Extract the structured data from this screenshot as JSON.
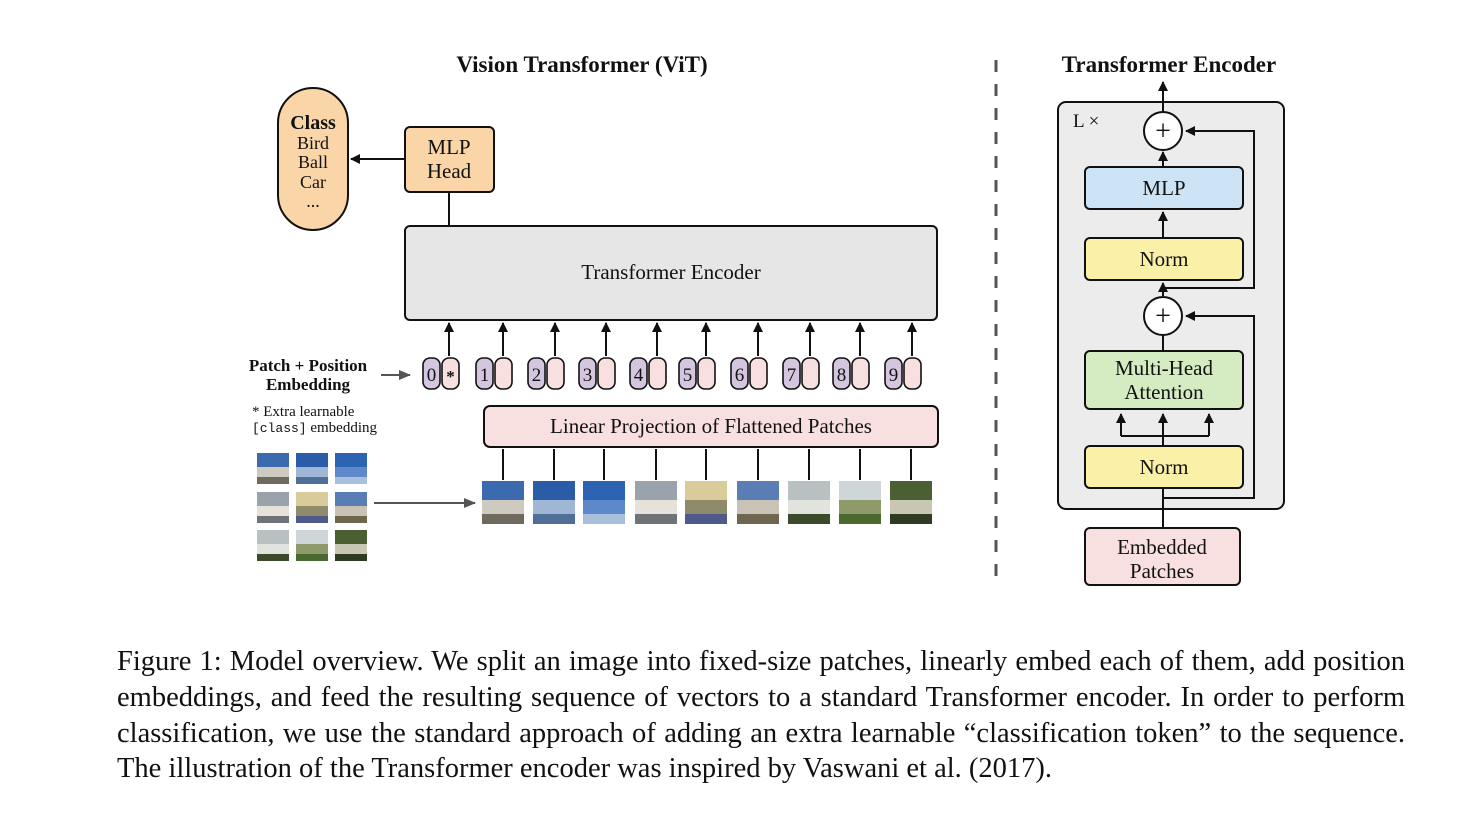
{
  "vit": {
    "title": "Vision Transformer (ViT)",
    "class_box": {
      "heading": "Class",
      "items": [
        "Bird",
        "Ball",
        "Car",
        "..."
      ]
    },
    "mlp_head": [
      "MLP",
      "Head"
    ],
    "transformer_encoder_label": "Transformer Encoder",
    "patch_position_label": [
      "Patch + Position",
      "Embedding"
    ],
    "extra_note": {
      "line1": "* Extra learnable",
      "code": "[class]",
      "suffix": " embedding"
    },
    "linear_projection_label": "Linear Projection of Flattened Patches",
    "tokens": [
      {
        "pos": "0",
        "emb": "*"
      },
      {
        "pos": "1",
        "emb": ""
      },
      {
        "pos": "2",
        "emb": ""
      },
      {
        "pos": "3",
        "emb": ""
      },
      {
        "pos": "4",
        "emb": ""
      },
      {
        "pos": "5",
        "emb": ""
      },
      {
        "pos": "6",
        "emb": ""
      },
      {
        "pos": "7",
        "emb": ""
      },
      {
        "pos": "8",
        "emb": ""
      },
      {
        "pos": "9",
        "emb": ""
      }
    ]
  },
  "encoder": {
    "title": "Transformer Encoder",
    "repeat_label": "L ×",
    "mlp": "MLP",
    "norm_top": "Norm",
    "norm_bottom": "Norm",
    "attention": [
      "Multi-Head",
      "Attention"
    ],
    "plus": "+",
    "input": [
      "Embedded",
      "Patches"
    ]
  },
  "colors": {
    "orange": "#f9d5a7",
    "gray_box": "#e6e6e6",
    "pink": "#f8e0e0",
    "purple": "#d4c6de",
    "blue": "#cde4f6",
    "yellow": "#fbf0a8",
    "green": "#d5ecc2",
    "panel": "#ececec"
  },
  "caption": "Figure 1: Model overview. We split an image into fixed-size patches, linearly embed each of them, add position embeddings, and feed the resulting sequence of vectors to a standard Transformer encoder. In order to perform classification, we use the standard approach of adding an extra learnable “classification token” to the sequence. The illustration of the Transformer encoder was inspired by Vaswani et al. (2017)."
}
